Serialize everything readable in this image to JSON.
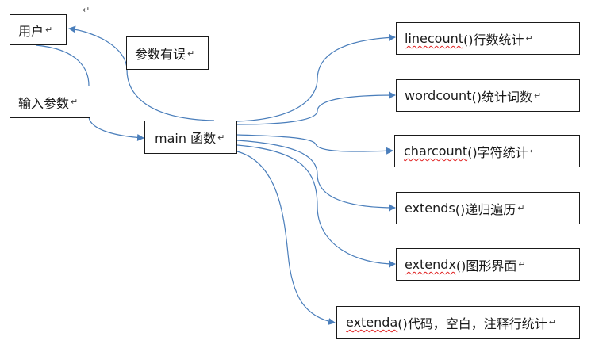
{
  "nodes": {
    "user": "用户",
    "input_params": "输入参数",
    "param_error": "参数有误",
    "main": "main 函数",
    "linecount": {
      "name": "linecount",
      "desc": "()行数统计"
    },
    "wordcount": {
      "name": "wordcount",
      "desc": "()统计词数"
    },
    "charcount": {
      "name": "charcount",
      "desc": "()字符统计"
    },
    "extends": {
      "name": "extends",
      "desc": "()递归遍历"
    },
    "extendx": {
      "name": "extendx",
      "desc": "()图形界面"
    },
    "extenda": {
      "name": "extenda",
      "desc": "()代码，空白，注释行统计"
    }
  },
  "paragraph_mark": "↵",
  "colors": {
    "edge": "#4a7ebb",
    "border": "#1a1a1a",
    "spellcheck": "#e02020"
  }
}
